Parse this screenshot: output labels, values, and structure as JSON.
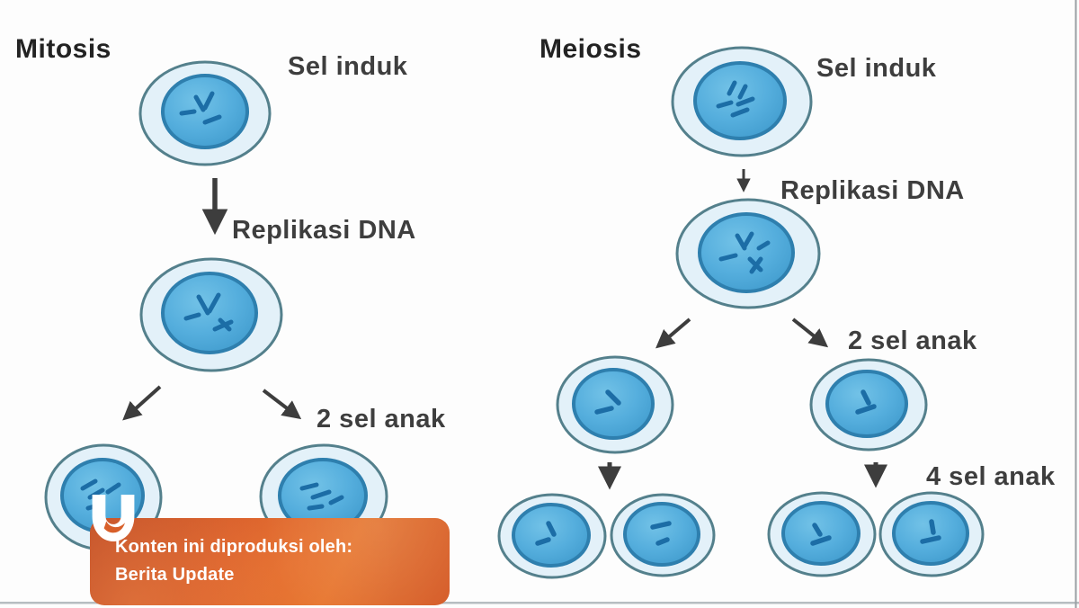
{
  "mitosis": {
    "title": "Mitosis",
    "parent_cell_label": "Sel induk",
    "replication_label": "Replikasi DNA",
    "daughter_label": "2 sel anak"
  },
  "meiosis": {
    "title": "Meiosis",
    "parent_cell_label": "Sel induk",
    "replication_label": "Replikasi DNA",
    "division1_label": "2 sel anak",
    "division2_label": "4 sel anak"
  },
  "attribution": {
    "prefix": "Konten ini diproduksi oleh:",
    "source": "Berita Update",
    "logo": "kumparan-u-logo"
  },
  "colors": {
    "cell_outline": "#54808c",
    "cytoplasm": "#e3f1f9",
    "nucleus": "#55aedd",
    "nucleus_border": "#2e7fae",
    "chromosome": "#1c6da6",
    "arrow": "#3d3d3d",
    "attribution_bg": "#d85f2a",
    "attribution_text": "#ffffff"
  }
}
